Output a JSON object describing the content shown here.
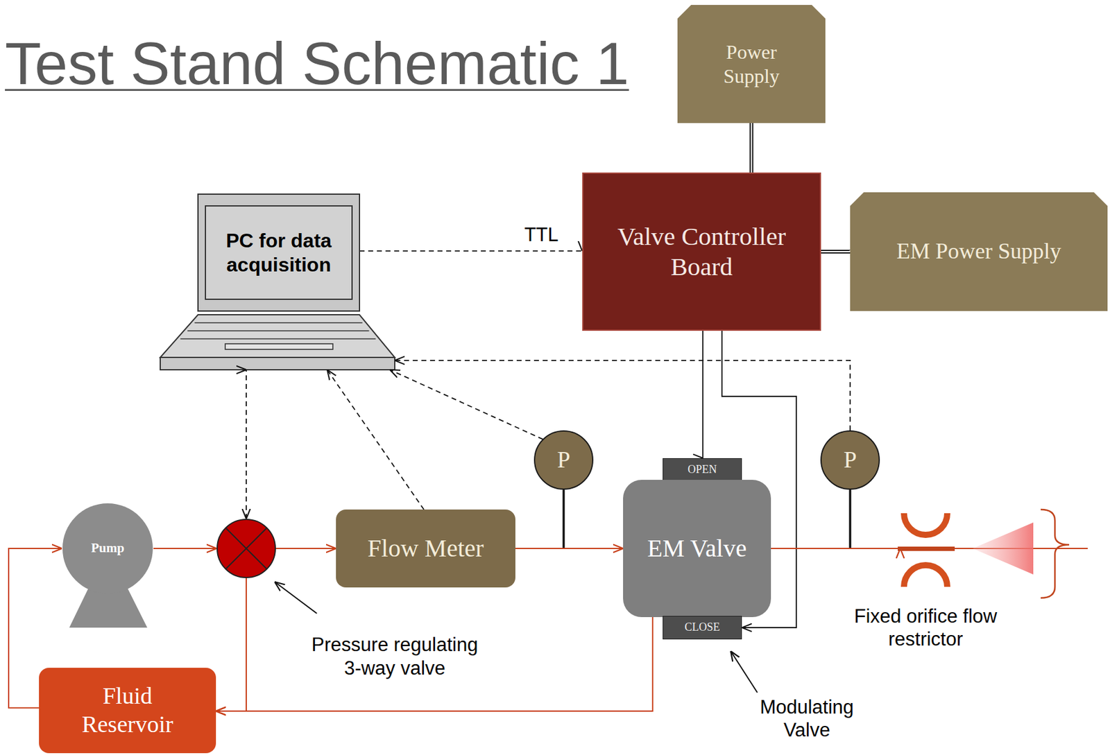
{
  "diagram": {
    "title": "Test Stand Schematic 1",
    "nodes": [
      {
        "text": [
          "Power Supply"
        ]
      },
      {
        "text": [
          "Valve Controller Board"
        ]
      },
      {
        "text": [
          "EM Power Supply"
        ]
      },
      {
        "text": [
          "PC for data acquisition"
        ]
      },
      {
        "text": [
          "P"
        ]
      },
      {
        "text": [
          "OPEN"
        ]
      },
      {
        "text": [
          "P"
        ]
      },
      {
        "text": [
          "Pump"
        ]
      },
      {
        "text": [
          "Pressure regulating 3-way valve"
        ]
      },
      {
        "text": [
          "Flow Meter"
        ]
      },
      {
        "text": [
          "EM Valve"
        ]
      },
      {
        "text": [
          "Fixed orifice flow restrictor"
        ]
      },
      {
        "text": [
          "CLOSE"
        ]
      },
      {
        "text": [
          "Fluid Reservoir"
        ]
      }
    ],
    "edges": [
      {
        "from": 0,
        "to": 1,
        "arrow": "none"
      },
      {
        "from": 1,
        "to": 2,
        "arrow": "none"
      },
      {
        "from": 3,
        "to": 1,
        "label": "TTL",
        "arrow": "to"
      },
      {
        "from": 1,
        "to": 5,
        "arrow": "to"
      },
      {
        "from": 1,
        "to": 12,
        "arrow": "to"
      },
      {
        "from": 6,
        "to": 3,
        "arrow": "to"
      },
      {
        "from": 4,
        "to": 3,
        "arrow": "to"
      },
      {
        "from": 9,
        "to": 3,
        "arrow": "to"
      },
      {
        "from": 8,
        "to": 3,
        "arrow": "both"
      },
      {
        "from": 13,
        "to": 7,
        "arrow": "to"
      },
      {
        "from": 7,
        "to": 8,
        "arrow": "to"
      },
      {
        "from": 8,
        "to": 9,
        "arrow": "to"
      },
      {
        "from": 8,
        "to": 13,
        "arrow": "to"
      },
      {
        "from": 9,
        "to": 10,
        "arrow": "to"
      },
      {
        "from": 10,
        "to": 11,
        "arrow": "to"
      },
      {
        "from": 10,
        "to": 13,
        "arrow": "to"
      }
    ],
    "labels": [
      "Modulating Valve"
    ]
  }
}
